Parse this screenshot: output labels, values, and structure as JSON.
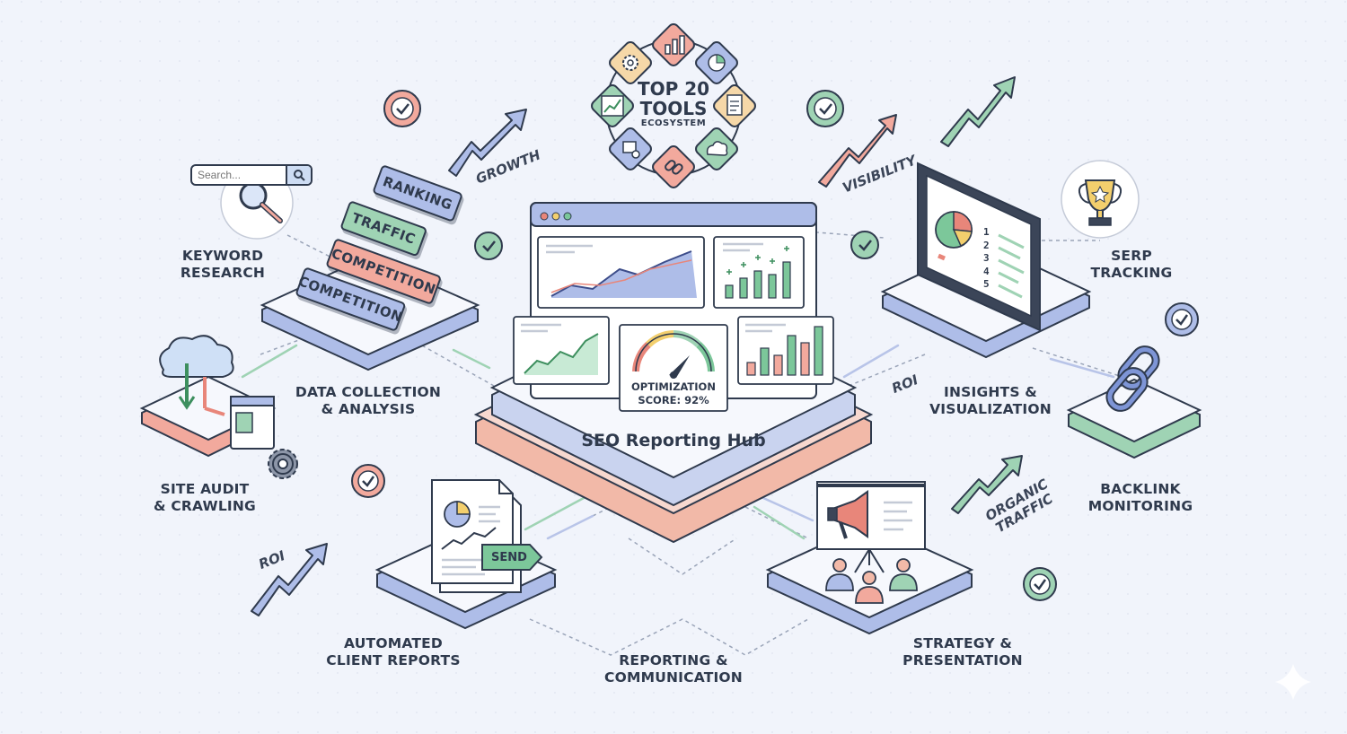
{
  "colors": {
    "background": "#f1f4fb",
    "ink": "#2f3a4d",
    "blue": "#7e95d6",
    "green": "#7cc79a",
    "red": "#e8867a",
    "peach": "#f2b9a8",
    "yellow": "#f3cf6d",
    "platform": "#eef2fb"
  },
  "ecosystem": {
    "title_line1": "TOP 20",
    "title_line2": "TOOLS",
    "title_line3": "ECOSYSTEM",
    "icons": [
      "bar-chart-icon",
      "pie-chart-icon",
      "document-icon",
      "cloud-icon",
      "link-icon",
      "sitemap-icon",
      "trend-line-icon",
      "gear-icon"
    ]
  },
  "hub": {
    "title": "SEO Reporting Hub",
    "gauge_label": "OPTIMIZATION\nSCORE: 92%",
    "score_percent": 92
  },
  "keyword_research": {
    "search_placeholder": "Search...",
    "label": "KEYWORD\nRESEARCH"
  },
  "data_collection": {
    "tags": [
      "RANKING",
      "TRAFFIC",
      "COMPETITION",
      "COMPETITION"
    ],
    "label": "DATA COLLECTION\n& ANALYSIS"
  },
  "site_audit": {
    "label": "SITE AUDIT\n& CRAWLING"
  },
  "insights": {
    "label": "INSIGHTS &\nVISUALIZATION",
    "rank_list": [
      "1",
      "2",
      "3",
      "4",
      "5"
    ]
  },
  "serp": {
    "label": "SERP\nTRACKING"
  },
  "backlink": {
    "label": "BACKLINK\nMONITORING"
  },
  "client_reports": {
    "label": "AUTOMATED\nCLIENT REPORTS",
    "send_label": "SEND"
  },
  "reporting": {
    "label": "REPORTING &\nCOMMUNICATION"
  },
  "strategy": {
    "label": "STRATEGY &\nPRESENTATION"
  },
  "arrow_words": {
    "growth": "GROWTH",
    "visibility": "VISIBILITY",
    "roi_left": "ROI",
    "roi_right": "ROI",
    "organic": "ORGANIC\nTRAFFIC"
  }
}
